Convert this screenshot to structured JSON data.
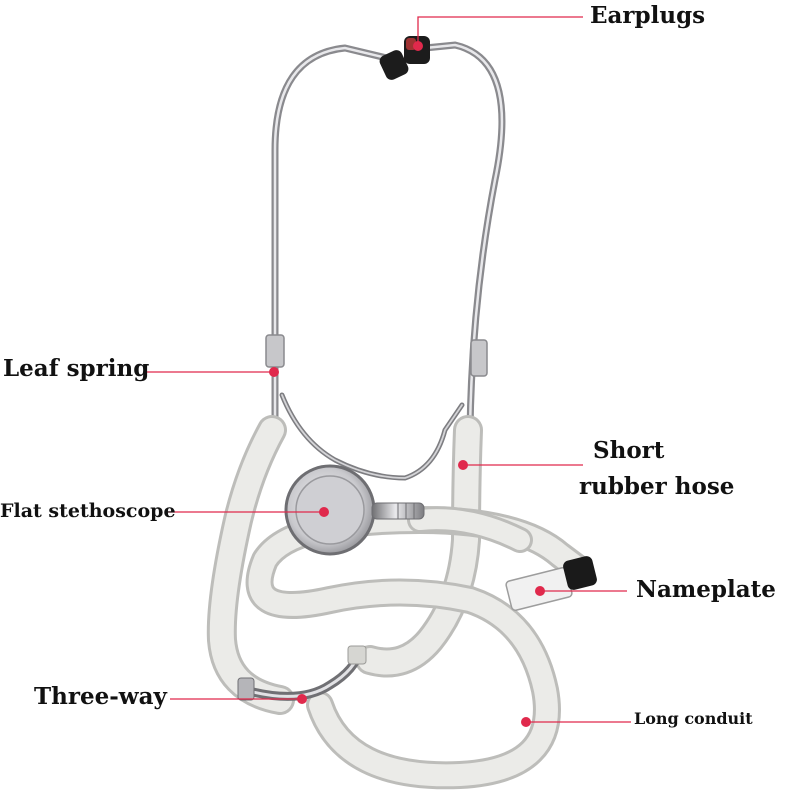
{
  "labels": {
    "earplugs": "Earplugs",
    "leaf_spring": "Leaf spring",
    "short_hose_line1": "Short",
    "short_hose_line2": "rubber hose",
    "flat_stethoscope": "Flat stethoscope",
    "nameplate": "Nameplate",
    "three_way": "Three-way",
    "long_conduit": "Long conduit"
  },
  "colors": {
    "marker": "#e0294c",
    "leader": "#e0294c",
    "tube": "#e6e6e3",
    "metal": "#a8a8ab",
    "text": "#111111"
  }
}
